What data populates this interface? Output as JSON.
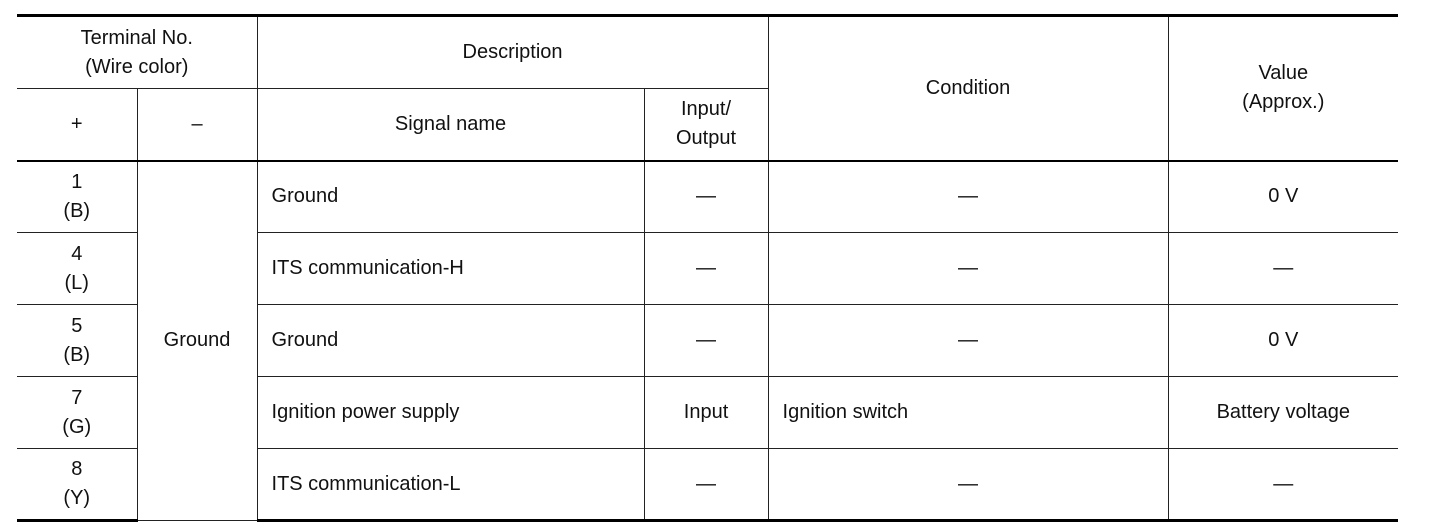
{
  "header": {
    "terminal_no": "Terminal No.",
    "wire_color": "(Wire color)",
    "description": "Description",
    "condition": "Condition",
    "value": "Value",
    "approx": "(Approx.)",
    "plus": "+",
    "minus": "–",
    "signal_name": "Signal name",
    "input": "Input/",
    "output": "Output"
  },
  "ground_label": "Ground",
  "rows": [
    {
      "terminal": "1",
      "wire": "(B)",
      "signal": "Ground",
      "io": "—",
      "condition": "—",
      "value": "0 V"
    },
    {
      "terminal": "4",
      "wire": "(L)",
      "signal": "ITS communication-H",
      "io": "—",
      "condition": "—",
      "value": "—"
    },
    {
      "terminal": "5",
      "wire": "(B)",
      "signal": "Ground",
      "io": "—",
      "condition": "—",
      "value": "0 V"
    },
    {
      "terminal": "7",
      "wire": "(G)",
      "signal": "Ignition power supply",
      "io": "Input",
      "condition": "Ignition switch",
      "value": "Battery voltage"
    },
    {
      "terminal": "8",
      "wire": "(Y)",
      "signal": "ITS communication-L",
      "io": "—",
      "condition": "—",
      "value": "—"
    }
  ]
}
